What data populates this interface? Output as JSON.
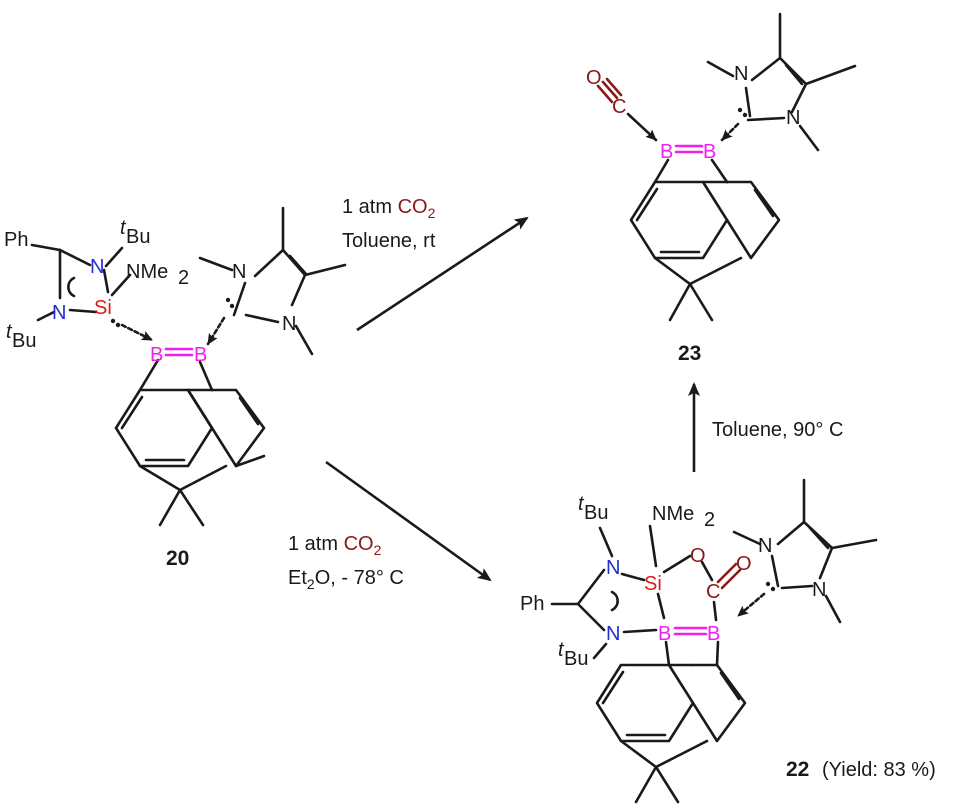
{
  "atoms": {
    "B": "B",
    "N": "N",
    "Si": "Si",
    "O": "O",
    "C": "C",
    "Ph": "Ph",
    "tBu_sup": "t",
    "tBu_main": "Bu",
    "NMe": "NMe",
    "two": "2"
  },
  "colors": {
    "boron": "#f020f0",
    "nitrogen": "#1f2fd0",
    "silicon": "#e01818",
    "carbonyl": "#8a1a1a",
    "bond": "#1a1a1a"
  },
  "compounds": {
    "c20": "20",
    "c23": "23",
    "c22": "22",
    "c22_yield": "(Yield: 83 %)"
  },
  "conditions": {
    "top": {
      "reagent_prefix": "1 atm ",
      "reagent_co": "CO",
      "reagent_sub": "2",
      "line2": "Toluene,  rt"
    },
    "bottom": {
      "reagent_prefix": "1 atm ",
      "reagent_co": "CO",
      "reagent_sub": "2",
      "line2_et": "Et",
      "line2_sub": "2",
      "line2_rest": "O, - 78° C"
    },
    "vertical": {
      "line1": "Toluene,  90° C"
    }
  }
}
